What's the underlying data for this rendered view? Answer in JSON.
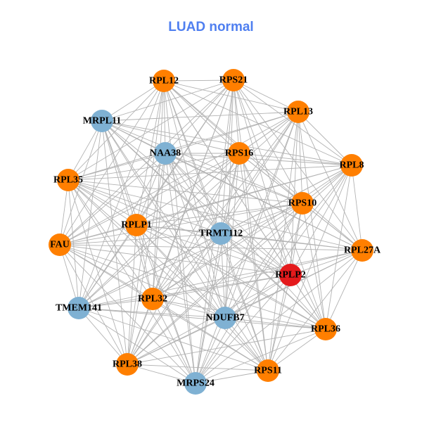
{
  "title": "LUAD normal",
  "colors": {
    "ribosomal": "#ff7f00",
    "other": "#7fb1d3",
    "highlight": "#e41a1c",
    "edge": "#b3b3b3"
  },
  "nodes": [
    {
      "id": "RPL12",
      "group": "ribosomal"
    },
    {
      "id": "RPS21",
      "group": "ribosomal"
    },
    {
      "id": "RPL13",
      "group": "ribosomal"
    },
    {
      "id": "MRPL11",
      "group": "other"
    },
    {
      "id": "NAA38",
      "group": "other"
    },
    {
      "id": "RPS16",
      "group": "ribosomal"
    },
    {
      "id": "RPL8",
      "group": "ribosomal"
    },
    {
      "id": "RPL35",
      "group": "ribosomal"
    },
    {
      "id": "RPS10",
      "group": "ribosomal"
    },
    {
      "id": "RPLP1",
      "group": "ribosomal"
    },
    {
      "id": "TRMT112",
      "group": "other"
    },
    {
      "id": "FAU",
      "group": "ribosomal"
    },
    {
      "id": "RPL27A",
      "group": "ribosomal"
    },
    {
      "id": "RPLP2",
      "group": "highlight"
    },
    {
      "id": "RPL32",
      "group": "ribosomal"
    },
    {
      "id": "TMEM141",
      "group": "other"
    },
    {
      "id": "NDUFB7",
      "group": "other"
    },
    {
      "id": "RPL36",
      "group": "ribosomal"
    },
    {
      "id": "RPL38",
      "group": "ribosomal"
    },
    {
      "id": "RPS11",
      "group": "ribosomal"
    },
    {
      "id": "MRPS24",
      "group": "other"
    }
  ],
  "edges": "all-pairs"
}
